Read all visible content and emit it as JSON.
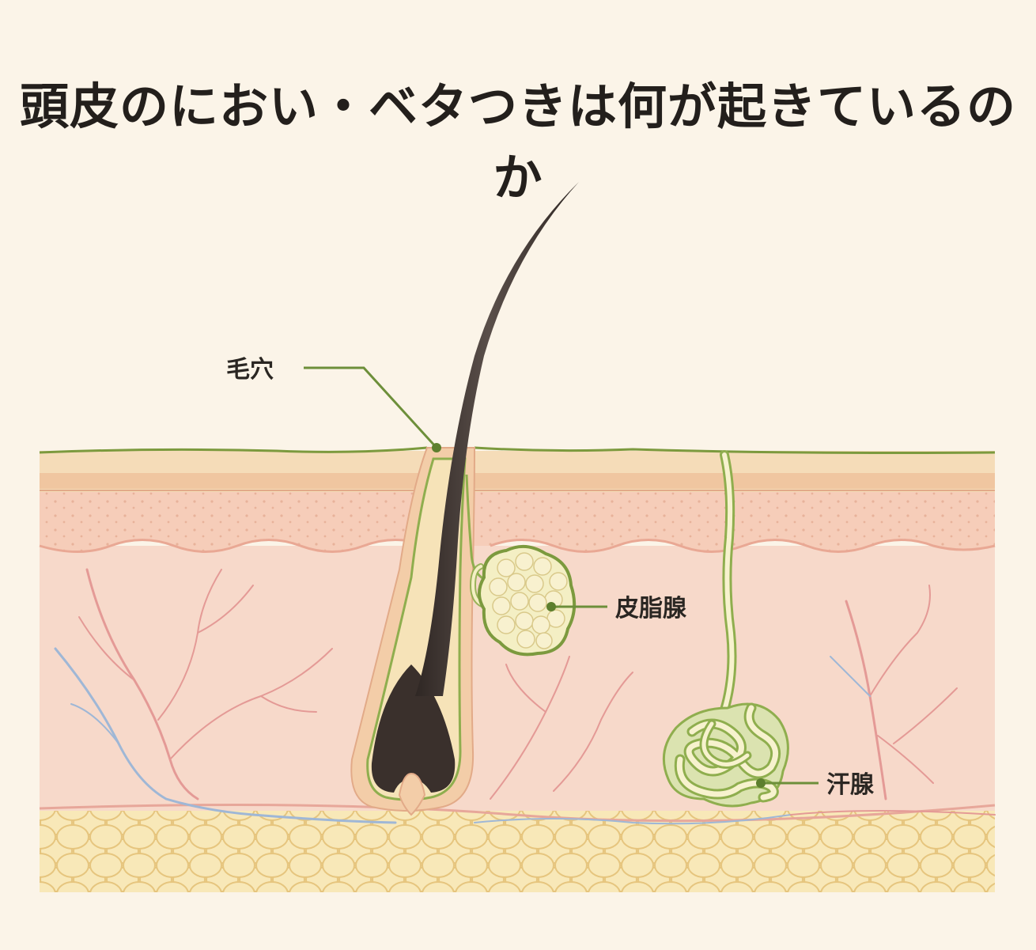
{
  "title": "頭皮のにおい・ベタつきは何が起きているのか",
  "labels": {
    "pore": "毛穴",
    "sebaceous_gland": "皮脂腺",
    "sweat_gland": "汗腺"
  },
  "colors": {
    "background": "#fbf4e8",
    "skin_surface_line": "#7c9a3e",
    "epidermis": "#f3d9b4",
    "dermis": "#f6d6c6",
    "fat_layer": "#f4dca0",
    "hair": "#3f3531",
    "gland": "#f4efc4",
    "leader_line": "#6d8f3a"
  }
}
